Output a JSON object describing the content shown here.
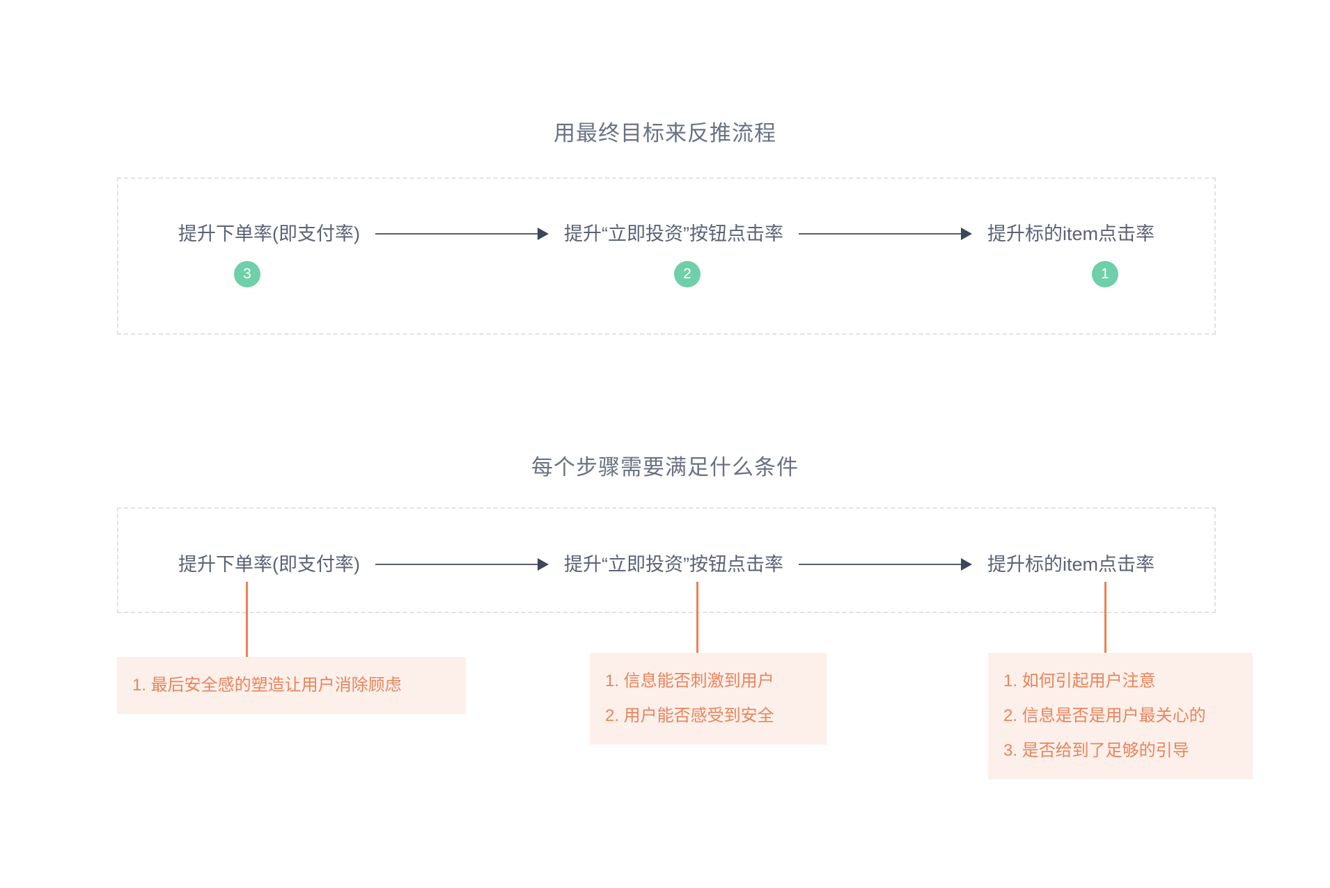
{
  "sections": [
    {
      "title": "用最终目标来反推流程",
      "flow": {
        "nodes": [
          {
            "label": "提升下单率(即支付率)",
            "badge": "3"
          },
          {
            "label": "提升“立即投资”按钮点击率",
            "badge": "2"
          },
          {
            "label": "提升标的item点击率",
            "badge": "1"
          }
        ]
      }
    },
    {
      "title": "每个步骤需要满足什么条件",
      "flow": {
        "nodes": [
          {
            "label": "提升下单率(即支付率)"
          },
          {
            "label": "提升“立即投资”按钮点击率"
          },
          {
            "label": "提升标的item点击率"
          }
        ]
      },
      "notes": [
        {
          "lines": [
            "1. 最后安全感的塑造让用户消除顾虑"
          ]
        },
        {
          "lines": [
            "1. 信息能否刺激到用户",
            "2. 用户能否感受到安全"
          ]
        },
        {
          "lines": [
            "1. 如何引起用户注意",
            "2. 信息是否是用户最关心的",
            "3. 是否给到了足够的引导"
          ]
        }
      ]
    }
  ],
  "colors": {
    "background": "#ffffff",
    "title_text": "#6a7183",
    "node_text": "#5b6275",
    "arrow": "#565d70",
    "badge_fill": "#6ecfa9",
    "badge_text": "#ffffff",
    "dashed_border": "#e2e2e2",
    "note_background": "#fdf0ea",
    "note_text": "#e8845d",
    "connector_orange": "#f07f4c"
  }
}
